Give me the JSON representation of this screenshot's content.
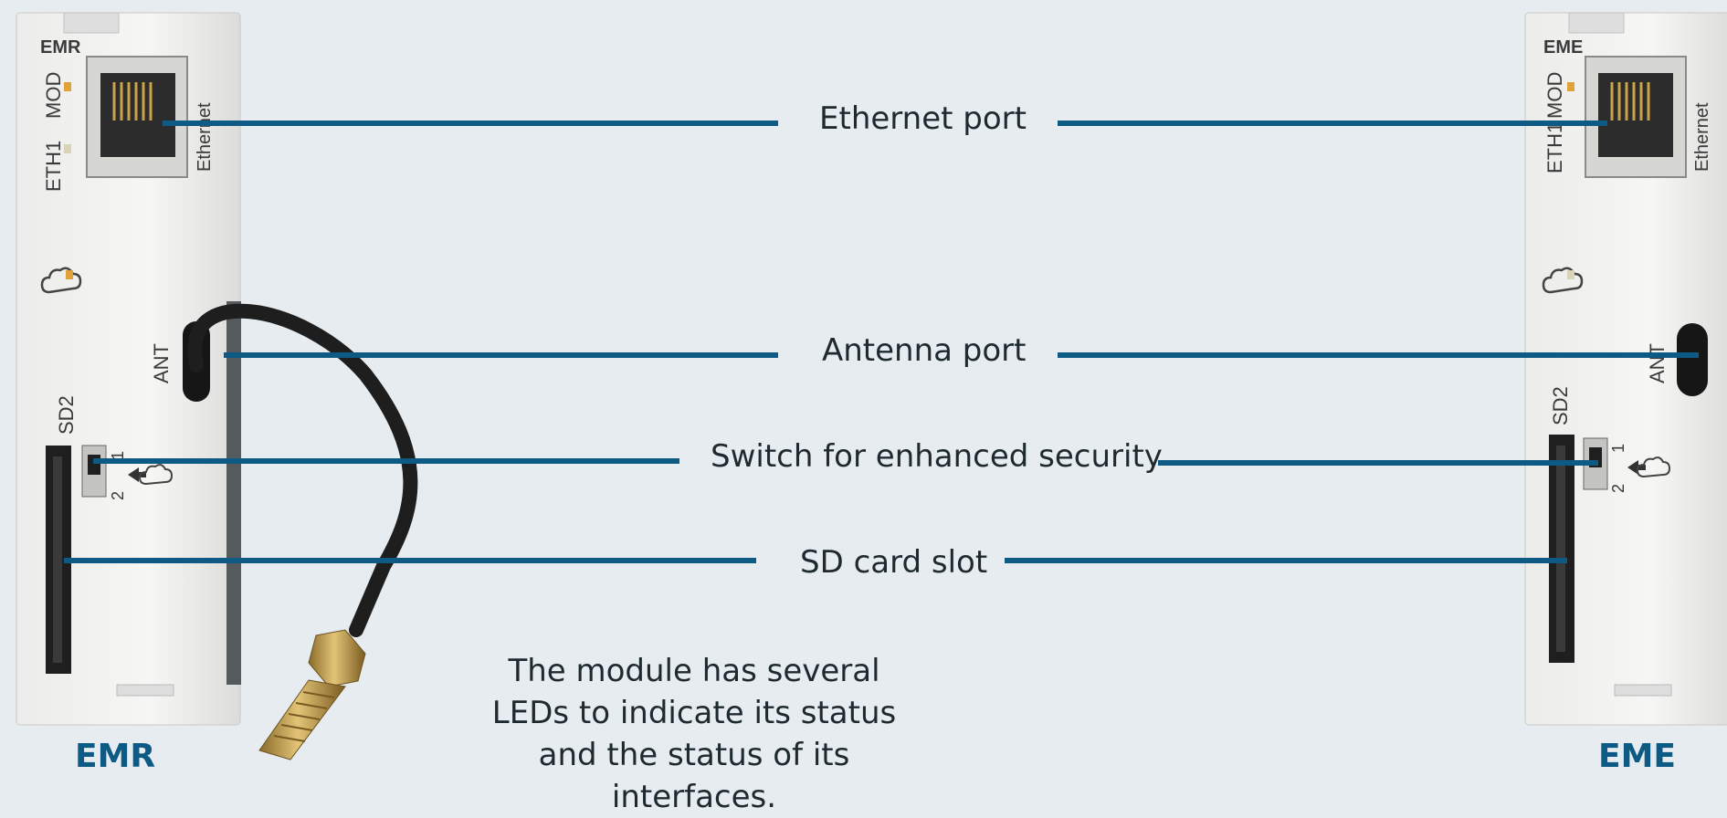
{
  "callouts": {
    "ethernet": "Ethernet port",
    "antenna": "Antenna port",
    "switch": "Switch for enhanced security",
    "sd": "SD card slot"
  },
  "caption": "The module has several LEDs to indicate its status and the status of its interfaces.",
  "devices": {
    "left": {
      "name": "EMR",
      "labels": {
        "model": "EMR",
        "eth1": "ETH1",
        "mod": "MOD",
        "ethernet": "Ethernet",
        "ant": "ANT",
        "sd2": "SD2",
        "sw1": "1",
        "sw2": "2"
      }
    },
    "right": {
      "name": "EME",
      "labels": {
        "model": "EME",
        "eth1": "ETH1",
        "mod": "MOD",
        "ethernet": "Ethernet",
        "ant": "ANT",
        "sd2": "SD2",
        "sw1": "1",
        "sw2": "2"
      }
    }
  },
  "colors": {
    "background": "#e6ecf0",
    "leader_line": "#0d5a85",
    "device_name": "#0d5a85"
  }
}
